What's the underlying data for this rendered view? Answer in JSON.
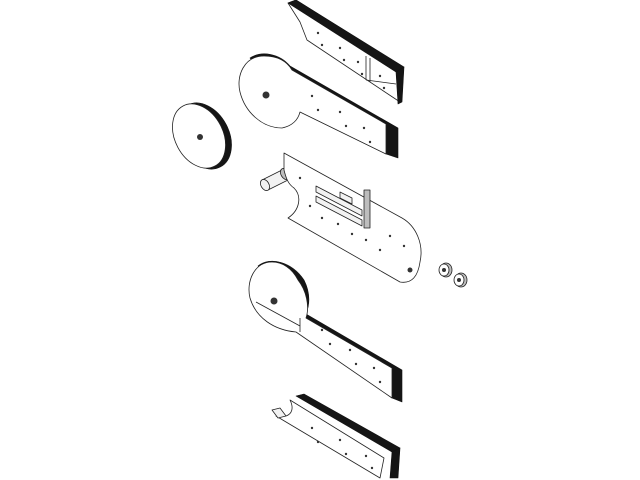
{
  "figure": {
    "style": "exploded isometric line drawing",
    "colors": {
      "background": "#ffffff",
      "face": "#ffffff",
      "shade": "#151515",
      "outline": "#222222"
    },
    "parts": [
      "top-rail",
      "upper-arm",
      "disc",
      "pin",
      "center-plate",
      "nut-left",
      "nut-right",
      "lower-arm",
      "bottom-rail"
    ]
  }
}
